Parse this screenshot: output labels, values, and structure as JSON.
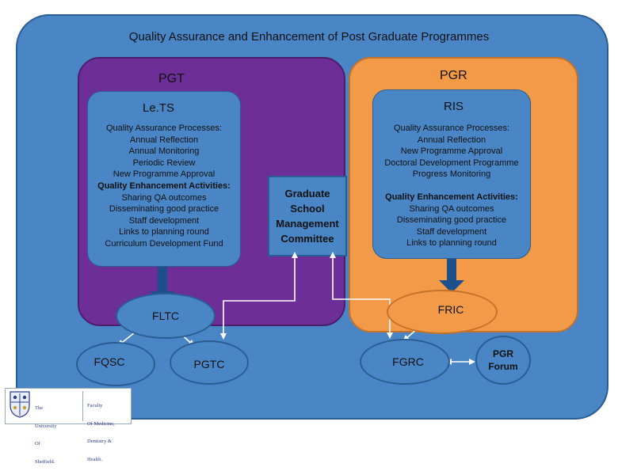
{
  "title": "Quality Assurance and Enhancement of Post Graduate Programmes",
  "colors": {
    "outer": "#4a86c6",
    "pgt": "#6e2e98",
    "pgr": "#f29a47",
    "connector": "#1c4f8c",
    "arrow": "#ffffff"
  },
  "pgt": {
    "label": "PGT",
    "box_title": "Le.TS",
    "lines": [
      {
        "text": "Quality Assurance Processes:",
        "heading": false
      },
      {
        "text": "Annual Reflection",
        "heading": false
      },
      {
        "text": "Annual Monitoring",
        "heading": false
      },
      {
        "text": "Periodic Review",
        "heading": false
      },
      {
        "text": "New Programme Approval",
        "heading": false
      },
      {
        "text": "Quality Enhancement Activities:",
        "heading": true
      },
      {
        "text": "Sharing QA outcomes",
        "heading": false
      },
      {
        "text": "Disseminating good practice",
        "heading": false
      },
      {
        "text": "Staff development",
        "heading": false
      },
      {
        "text": "Links to planning round",
        "heading": false
      },
      {
        "text": "Curriculum Development Fund",
        "heading": false
      }
    ]
  },
  "pgr": {
    "label": "PGR",
    "box_title": "RIS",
    "qa_lines": [
      {
        "text": "Quality Assurance Processes:",
        "heading": false
      },
      {
        "text": "Annual Reflection",
        "heading": false
      },
      {
        "text": "New Programme Approval",
        "heading": false
      },
      {
        "text": "Doctoral Development Programme",
        "heading": false
      },
      {
        "text": "Progress Monitoring",
        "heading": false
      }
    ],
    "qe_lines": [
      {
        "text": "Quality Enhancement Activities:",
        "heading": true
      },
      {
        "text": "Sharing QA outcomes",
        "heading": false
      },
      {
        "text": "Disseminating good practice",
        "heading": false
      },
      {
        "text": "Staff development",
        "heading": false
      },
      {
        "text": "Links to planning round",
        "heading": false
      }
    ]
  },
  "gsmc": {
    "lines": [
      "Graduate",
      "School",
      "Management",
      "Committee"
    ]
  },
  "nodes": {
    "fltc": "FLTC",
    "fqsc": "FQSC",
    "pgtc": "PGTC",
    "fric": "FRIC",
    "fgrc": "FGRC",
    "pgr_forum": [
      "PGR",
      "Forum"
    ]
  },
  "logo": {
    "university": [
      "The",
      "University",
      "Of",
      "Sheffield."
    ],
    "faculty": [
      "Faculty",
      "Of Medicine,",
      "Dentistry &",
      "Health."
    ]
  }
}
